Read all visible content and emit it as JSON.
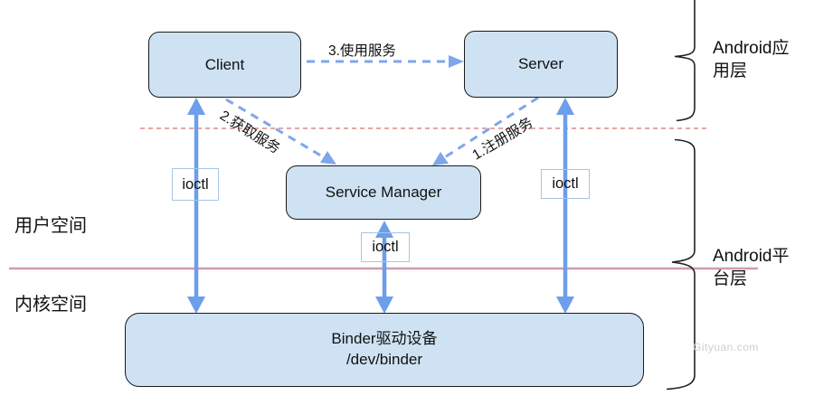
{
  "colors": {
    "node_fill": "#cfe2f3",
    "node_border": "#1a1a1a",
    "ioctl_border": "#a5c6e4",
    "arrow_blue": "#6d9eeb",
    "dashed_blue": "#7ea6ea",
    "dashed_pink": "#d98c8c",
    "solid_pink": "#cf9cab",
    "brace_stroke": "#222222",
    "watermark_gray": "#cfcfcf"
  },
  "diagram": {
    "nodes": {
      "client": {
        "label": "Client"
      },
      "server": {
        "label": "Server"
      },
      "service_manager": {
        "label": "Service Manager"
      },
      "binder_driver": {
        "line1": "Binder驱动设备",
        "line2": "/dev/binder"
      },
      "ioctl_left": {
        "label": "ioctl"
      },
      "ioctl_middle": {
        "label": "ioctl"
      },
      "ioctl_right": {
        "label": "ioctl"
      }
    },
    "edges": {
      "use_service": {
        "label": "3.使用服务"
      },
      "get_service": {
        "label": "2.获取服务"
      },
      "register_service": {
        "label": "1.注册服务"
      }
    },
    "regions": {
      "user_space": {
        "label": "用户空间"
      },
      "kernel_space": {
        "label": "内核空间"
      },
      "app_layer": {
        "label": "Android应用层"
      },
      "platform_layer": {
        "label": "Android平台层"
      }
    },
    "watermark": "Gityuan.com"
  }
}
